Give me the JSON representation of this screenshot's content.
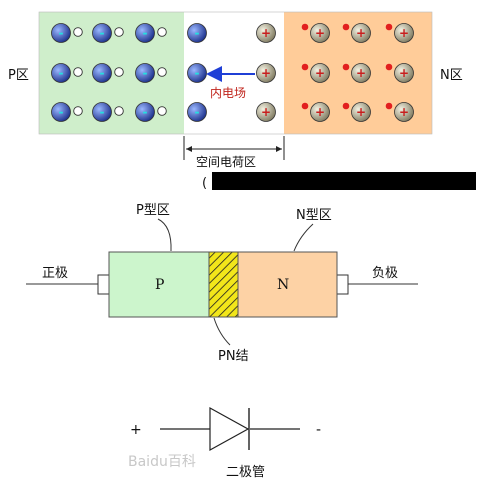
{
  "pn_junction": {
    "p_region_label": "P区",
    "n_region_label": "N区",
    "field_label": "内电场",
    "space_charge_label": "空间电荷区",
    "arrow_caption": "(",
    "colors": {
      "p_region": "#cfeecb",
      "depletion": "#ffffff",
      "n_region": "#ffcc99",
      "arrow": "#1f3fd6",
      "hole_dot": "#e21f1f"
    }
  },
  "diode_model": {
    "p_area_label": "P型区",
    "n_area_label": "N型区",
    "p_letter": "P",
    "n_letter": "N",
    "anode_label": "正极",
    "cathode_label": "负极",
    "junction_label": "PN结",
    "colors": {
      "p_box": "#ccf5cc",
      "junction": "#f2e61a",
      "n_box": "#fdd2a5"
    }
  },
  "symbol": {
    "plus": "+",
    "minus": "-",
    "name": "二极管"
  },
  "watermark": "Baidu百科"
}
